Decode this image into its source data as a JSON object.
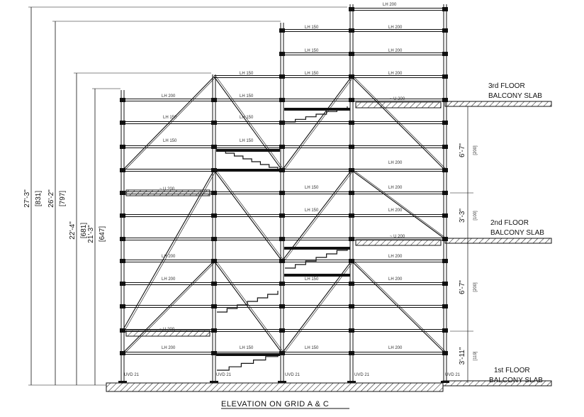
{
  "drawing": {
    "title": "ELEVATION ON GRID A & C",
    "floor_labels": {
      "third": [
        "3rd FLOOR",
        "BALCONY SLAB"
      ],
      "second": [
        "2nd FLOOR",
        "BALCONY SLAB"
      ],
      "first": [
        "1st FLOOR",
        "BALCONY SLAB"
      ]
    },
    "left_dimensions": [
      {
        "ft": "27'-3\"",
        "mm": "[831]"
      },
      {
        "ft": "26'-2\"",
        "mm": "[797]"
      },
      {
        "ft": "22'-4\"",
        "mm": "[681]"
      },
      {
        "ft": "21'-3\"",
        "mm": "[647]"
      }
    ],
    "right_dimensions": [
      {
        "ft": "6'-7\"",
        "mm": "[200]"
      },
      {
        "ft": "3'-3\"",
        "mm": "[100]"
      },
      {
        "ft": "6'-7\"",
        "mm": "[200]"
      },
      {
        "ft": "3'-11\"",
        "mm": "[119]"
      }
    ],
    "member_labels": {
      "lh150": "LH 150",
      "lh200": "LH 200",
      "uvd": "UVD 21",
      "board": "~ U 200"
    }
  }
}
